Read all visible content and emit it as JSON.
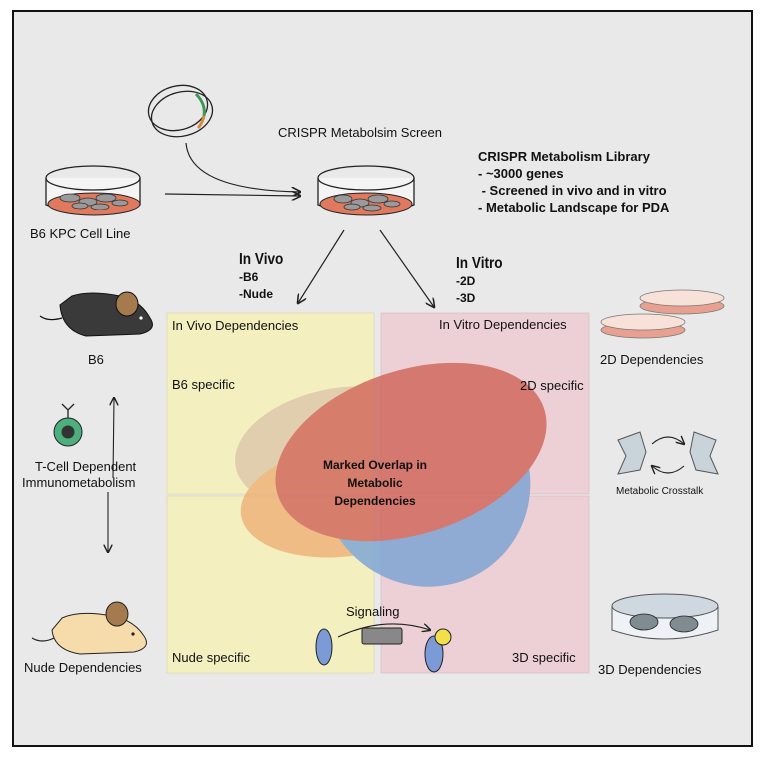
{
  "title": "CRISPR Metabolsim Screen",
  "cell_line_label": "B6 KPC Cell Line",
  "library": {
    "heading": "CRISPR Metabolism Library",
    "items": [
      "- ~3000 genes",
      " - Screened in vivo and in vitro",
      "- Metabolic Landscape for PDA"
    ]
  },
  "in_vivo": {
    "heading": "In Vivo",
    "items": [
      "-B6",
      "-Nude"
    ]
  },
  "in_vitro": {
    "heading": "In Vitro",
    "items": [
      "-2D",
      "-3D"
    ]
  },
  "quadrants": {
    "in_vivo_dependencies": "In Vivo Dependencies",
    "in_vitro_dependencies": "In Vitro Dependencies",
    "b6_specific": "B6 specific",
    "d2_specific": "2D specific",
    "nude_specific": "Nude specific",
    "d3_specific": "3D specific"
  },
  "center_label": [
    "Marked Overlap in",
    "Metabolic",
    "Dependencies"
  ],
  "left_panel": {
    "b6": "B6",
    "tcell_line1": "T-Cell Dependent",
    "tcell_line2": "Immunometabolism",
    "nude": "Nude Dependencies"
  },
  "right_panel": {
    "d2": "2D Dependencies",
    "crosstalk": "Metabolic Crosstalk",
    "d3": "3D Dependencies"
  },
  "signaling": "Signaling",
  "colors": {
    "yellow_panel": "#f3efbf",
    "pink_panel": "#ecd0d6",
    "red_ellipse": "#d0655a",
    "blue_ellipse": "#7ba4d3",
    "orange_ellipse": "#eeb178",
    "tan_ellipse": "#dcc7ab",
    "mouse_black": "#3a3a3a",
    "mouse_nude": "#f6dcaa",
    "tcell_green": "#4caf7d"
  }
}
